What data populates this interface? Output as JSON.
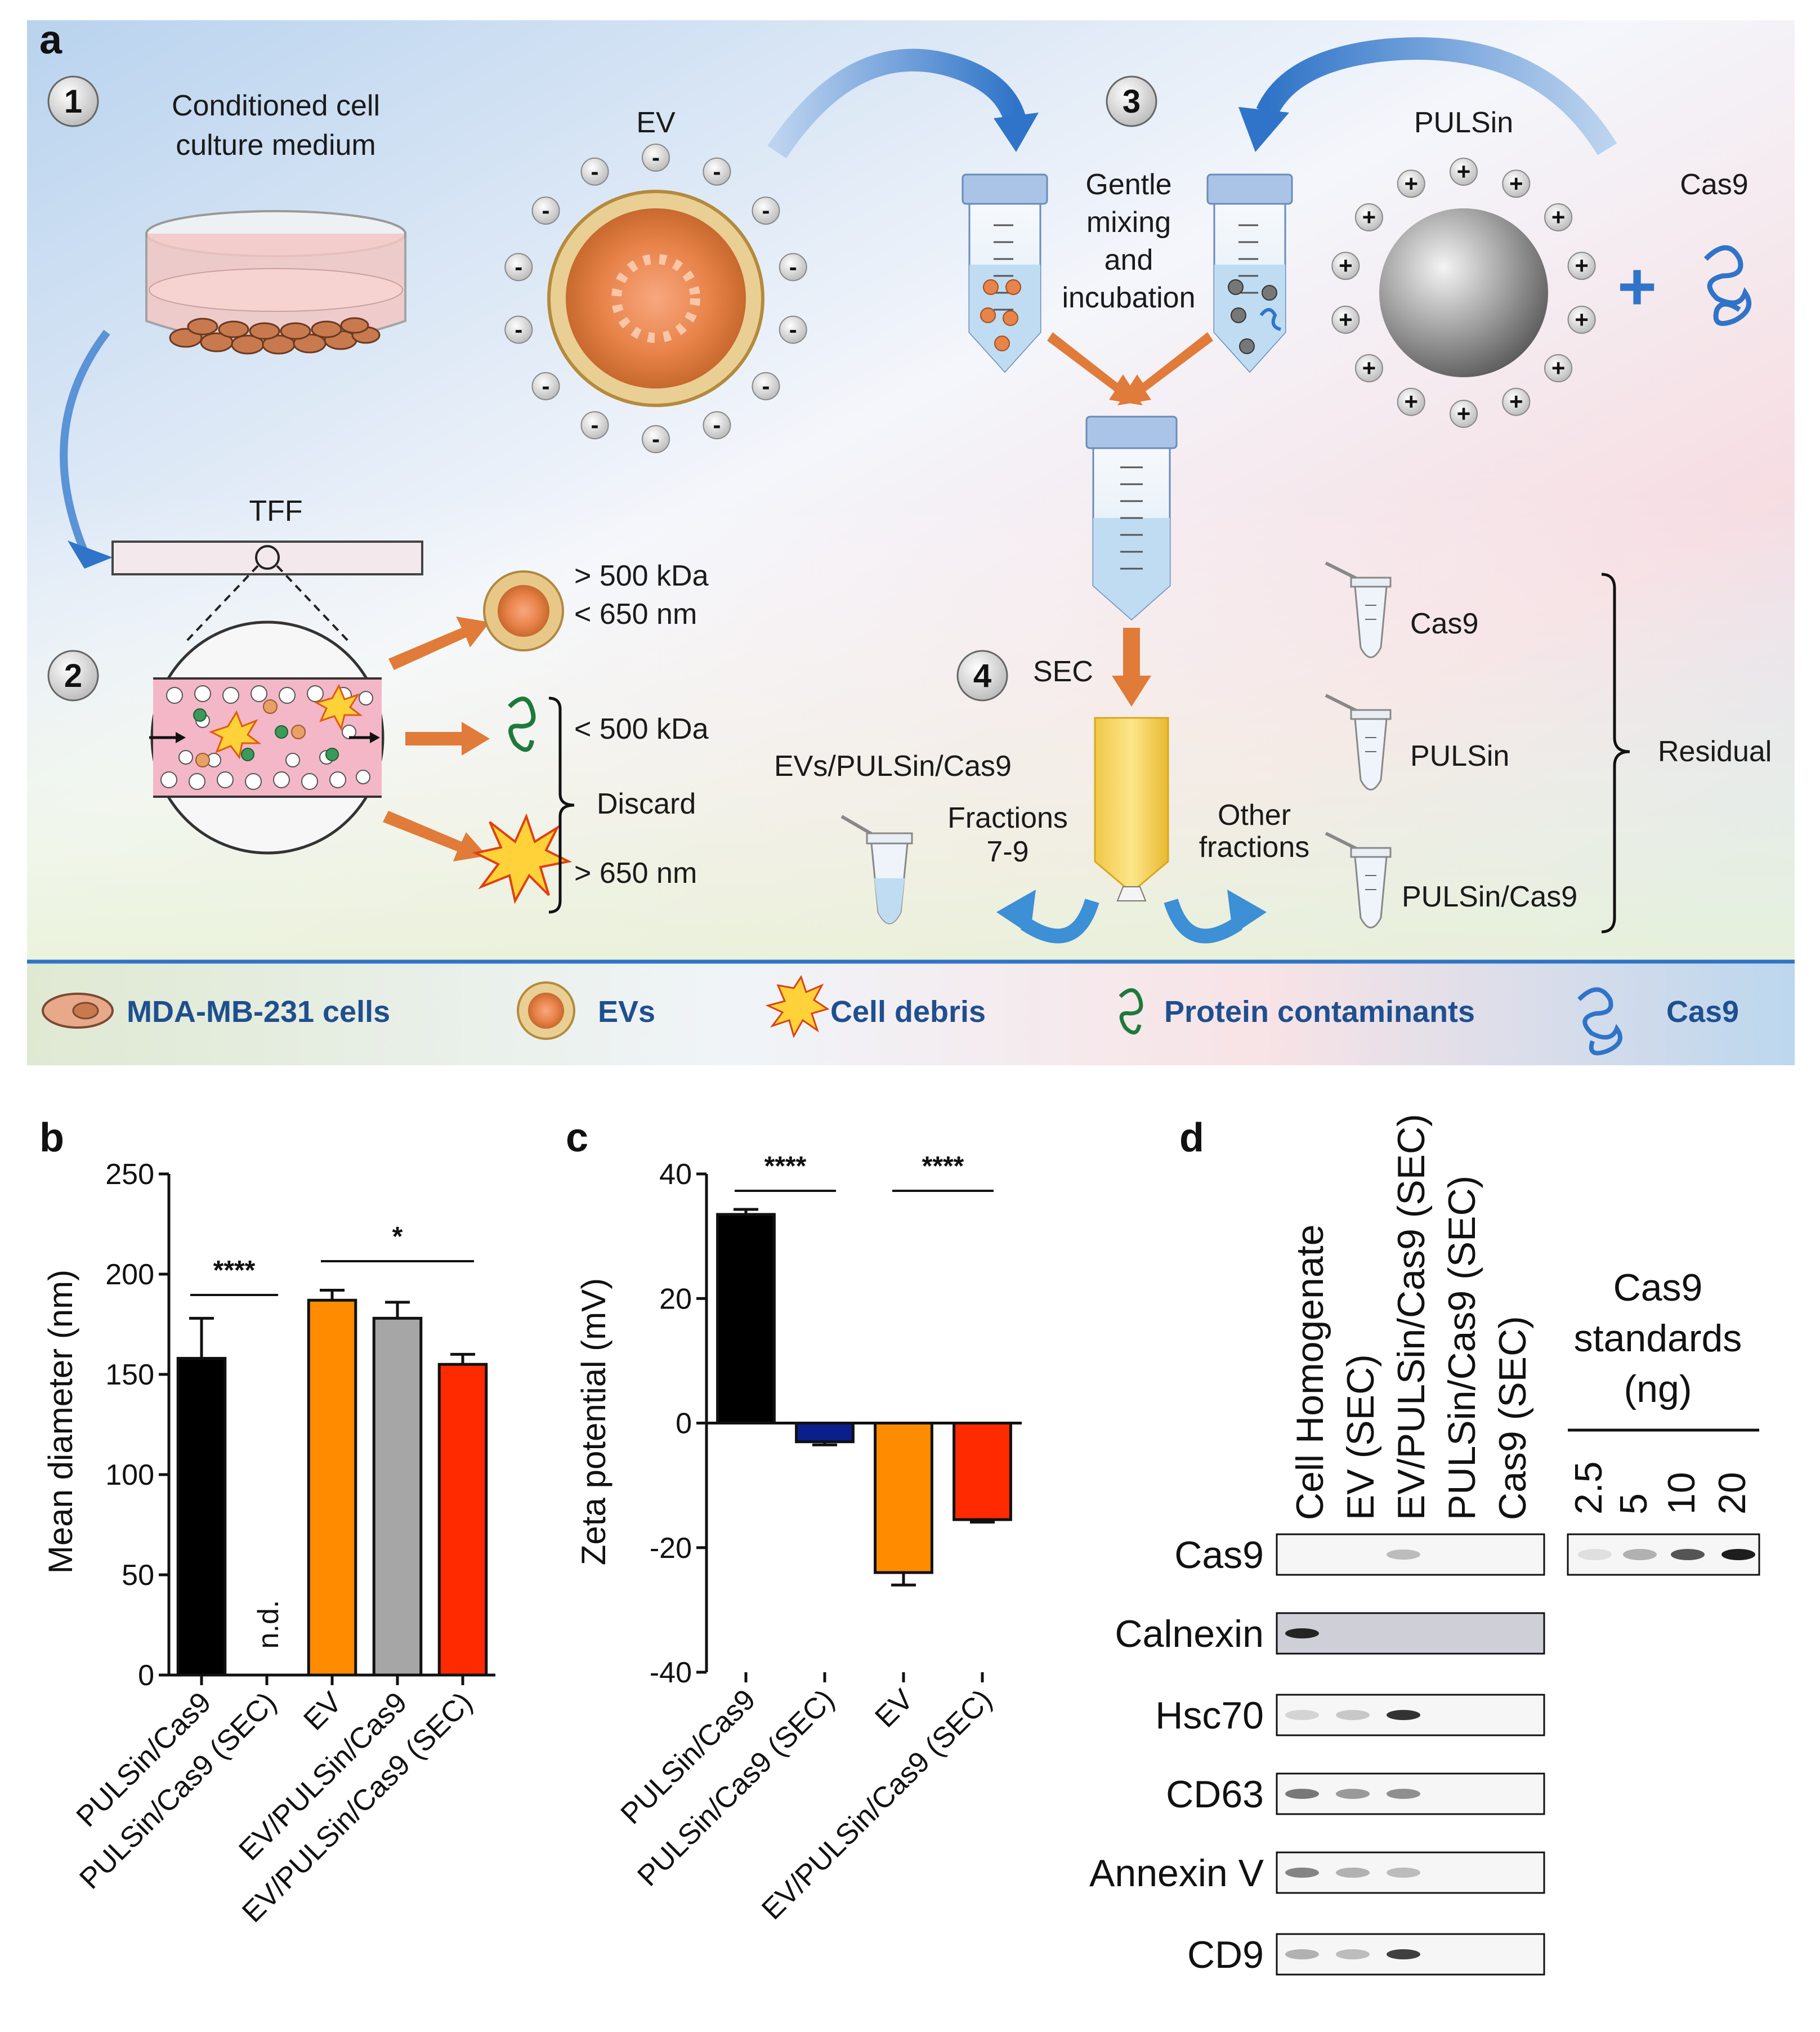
{
  "figure": {
    "panel_labels": [
      "a",
      "b",
      "c",
      "d"
    ]
  },
  "panel_a": {
    "steps": {
      "s1": "1",
      "s2": "2",
      "s3": "3",
      "s4": "4"
    },
    "conditioned_medium_line1": "Conditioned cell",
    "conditioned_medium_line2": "culture medium",
    "ev_label": "EV",
    "pulsin_label": "PULSin",
    "cas9_label": "Cas9",
    "tff_label": "TFF",
    "mixing_line1": "Gentle",
    "mixing_line2": "mixing",
    "mixing_line3": "and",
    "mixing_line4": "incubation",
    "size_gt500kda": "> 500 kDa",
    "size_lt650nm": "< 650 nm",
    "size_lt500kda": "< 500 kDa",
    "discard": "Discard",
    "size_gt650nm": "> 650 nm",
    "sec_label": "SEC",
    "product_label": "EVs/PULSin/Cas9",
    "fractions_line1": "Fractions",
    "fractions_line2": "7-9",
    "other_line1": "Other",
    "other_line2": "fractions",
    "residual_items": [
      "Cas9",
      "PULSin",
      "PULSin/Cas9"
    ],
    "residual_label": "Residual",
    "minus_sign": "-",
    "plus_sign": "+",
    "big_plus": "+"
  },
  "legend": {
    "cells": "MDA-MB-231 cells",
    "evs": "EVs",
    "debris": "Cell debris",
    "protein": "Protein contaminants",
    "cas9": "Cas9"
  },
  "colors": {
    "black_bar": "#000000",
    "orange_bar": "#ff8c00",
    "grey_bar": "#a6a6a6",
    "red_bar": "#ff2a00",
    "navy_bar": "#0a1e8c",
    "legend_text": "#1f4f8f",
    "arrow_orange": "#e07b39",
    "arrow_blue": "#3d8fd6"
  },
  "chart_data": [
    {
      "panel": "b",
      "type": "bar",
      "ylabel": "Mean diameter (nm)",
      "ylim": [
        0,
        250
      ],
      "yticks": [
        "0",
        "50",
        "100",
        "150",
        "200",
        "250"
      ],
      "categories": [
        "PULSin/Cas9",
        "PULSin/Cas9 (SEC)",
        "EV",
        "EV/PULSin/Cas9",
        "EV/PULSin/Cas9 (SEC)"
      ],
      "values": [
        158,
        null,
        187,
        178,
        155
      ],
      "errors": [
        20,
        null,
        5,
        8,
        5
      ],
      "bar_colors": [
        "#000000",
        null,
        "#ff8c00",
        "#a6a6a6",
        "#ff2a00"
      ],
      "nd_label": "n.d.",
      "significance": [
        {
          "label": "****",
          "from": 0,
          "to": 1
        },
        {
          "label": "*",
          "from": 2,
          "to": 4
        }
      ]
    },
    {
      "panel": "c",
      "type": "bar",
      "ylabel": "Zeta potential (mV)",
      "ylim": [
        -40,
        40
      ],
      "yticks": [
        "40",
        "20",
        "0",
        "-20",
        "-40"
      ],
      "categories": [
        "PULSin/Cas9",
        "PULSin/Cas9 (SEC)",
        "EV",
        "EV/PULSin/Cas9 (SEC)"
      ],
      "values": [
        33.5,
        -3,
        -24,
        -15.5
      ],
      "errors": [
        0.8,
        0.5,
        2,
        0.4
      ],
      "bar_colors": [
        "#000000",
        "#0a1e8c",
        "#ff8c00",
        "#ff2a00"
      ],
      "significance": [
        {
          "label": "****",
          "from": 0,
          "to": 1
        },
        {
          "label": "****",
          "from": 2,
          "to": 3
        }
      ]
    }
  ],
  "panel_d": {
    "lanes": [
      "Cell Homogenate",
      "EV (SEC)",
      "EV/PULSin/Cas9 (SEC)",
      "PULSin/Cas9 (SEC)",
      "Cas9 (SEC)"
    ],
    "rows": [
      "Cas9",
      "Calnexin",
      "Hsc70",
      "CD63",
      "Annexin V",
      "CD9"
    ],
    "standards_title_line1": "Cas9",
    "standards_title_line2": "standards",
    "standards_title_line3": "(ng)",
    "standards": [
      "2.5",
      "5",
      "10",
      "20"
    ]
  }
}
